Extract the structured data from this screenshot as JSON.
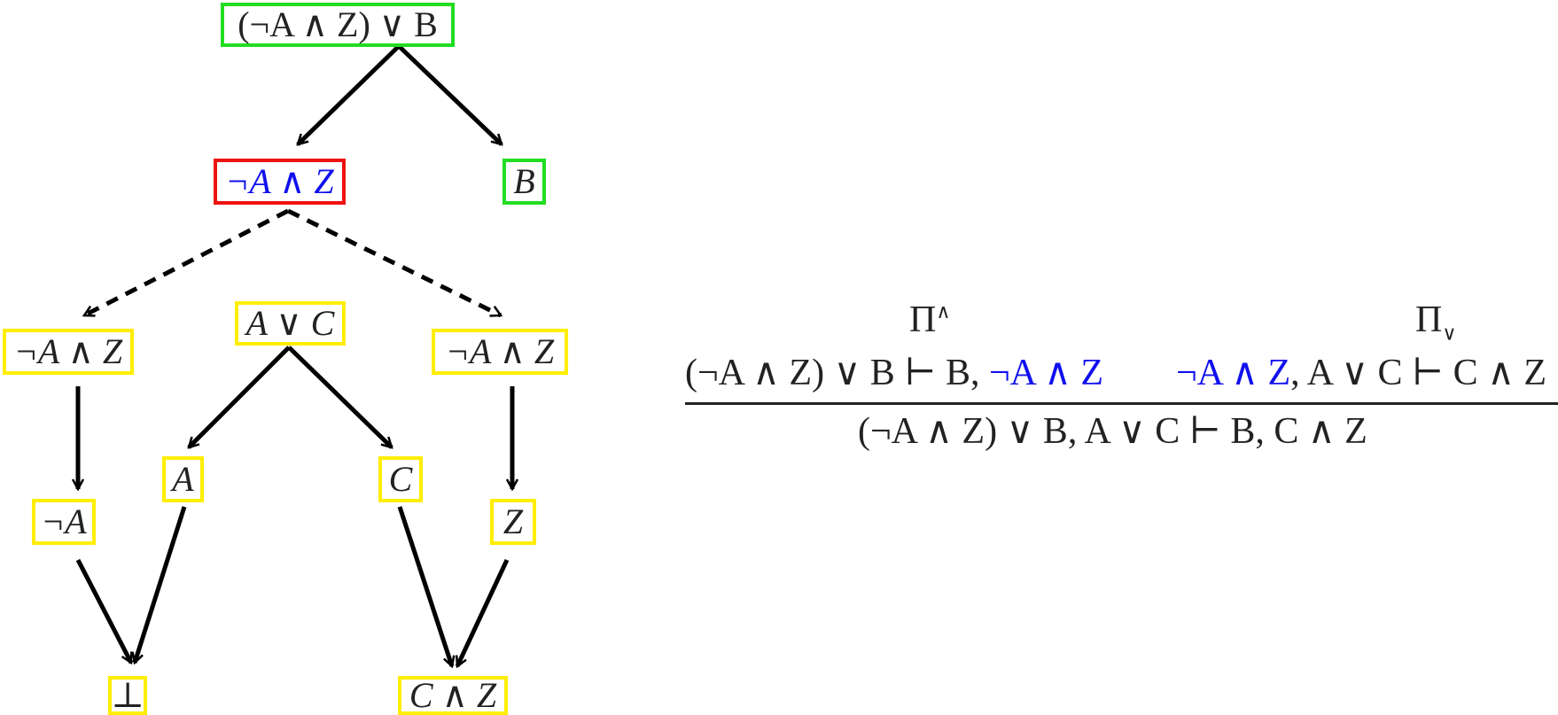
{
  "tree": {
    "root": "(¬A ∧ Z) ∨ B",
    "red_node": "¬A ∧ Z",
    "b_node": "B",
    "left_conj": "¬A ∧ Z",
    "or_node": "A ∨ C",
    "right_conj": "¬A ∧ Z",
    "neg_a": "¬A",
    "a_node": "A",
    "c_node": "C",
    "z_node": "Z",
    "bottom": "⊥",
    "c_and_z": "C ∧ Z"
  },
  "proof": {
    "pi_left": "Π",
    "pi_left_sup": "∧",
    "pi_right": "Π",
    "pi_right_sub": "∨",
    "premise_left_a": "(¬A ∧ Z) ∨ B ⊢ B, ",
    "premise_left_b": "¬A ∧ Z",
    "premise_right_a": "¬A ∧ Z",
    "premise_right_b": ", A ∨ C ⊢ C ∧ Z",
    "conclusion": "(¬A ∧ Z) ∨ B, A ∨ C ⊢ B, C ∧ Z"
  },
  "colors": {
    "green": "#22dd22",
    "red": "#ee1111",
    "yellow": "#ffee00",
    "blue": "#1010ee"
  }
}
